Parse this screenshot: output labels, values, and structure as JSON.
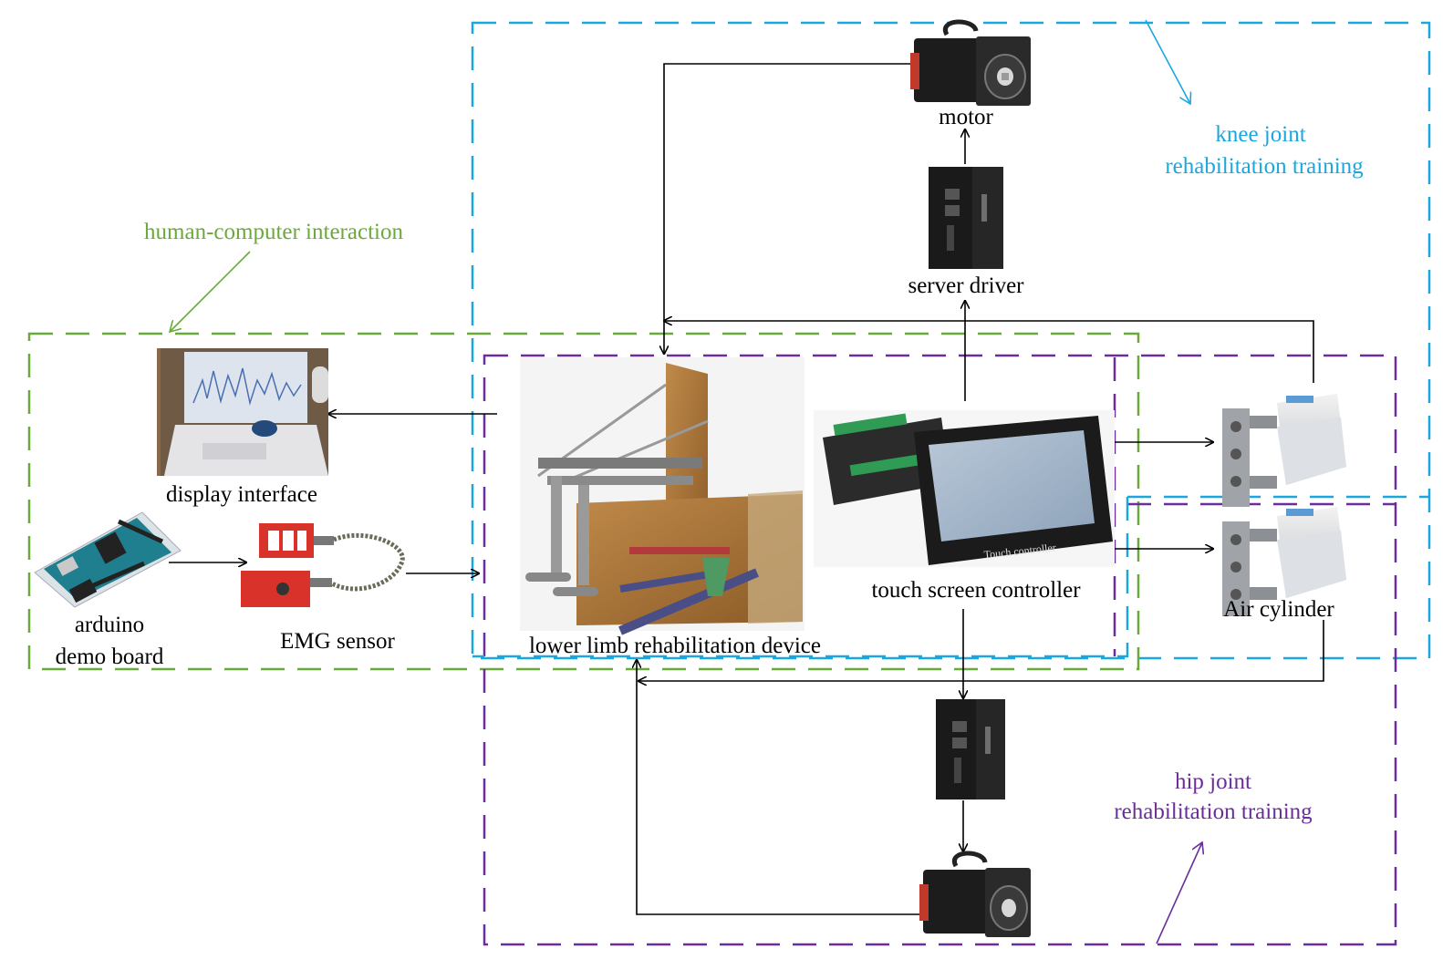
{
  "colors": {
    "knee": "#1aa7df",
    "hmi": "#6aaa3a",
    "hip": "#6a2d9a",
    "arrow": "#000000"
  },
  "regions": {
    "knee_title_1": "knee joint",
    "knee_title_2": "rehabilitation training",
    "hmi_title": "human-computer interaction",
    "hip_title_1": "hip joint",
    "hip_title_2": "rehabilitation training"
  },
  "components": {
    "motor_top": "motor",
    "server_driver": "server driver",
    "display_interface": "display interface",
    "arduino_1": "arduino",
    "arduino_2": "demo board",
    "emg_sensor": "EMG sensor",
    "device": "lower limb rehabilitation device",
    "touch_controller": "touch screen controller",
    "touch_screen_text": "Touch controller",
    "air_cylinder": "Air cylinder"
  },
  "icons": {
    "motor": "servo-motor-icon",
    "driver": "servo-driver-icon",
    "laptop": "laptop-icon",
    "arduino": "arduino-board-icon",
    "emg": "emg-sensor-icon",
    "device": "rehabilitation-device-icon",
    "touch": "touch-controller-icon",
    "cylinder": "air-cylinder-icon"
  }
}
